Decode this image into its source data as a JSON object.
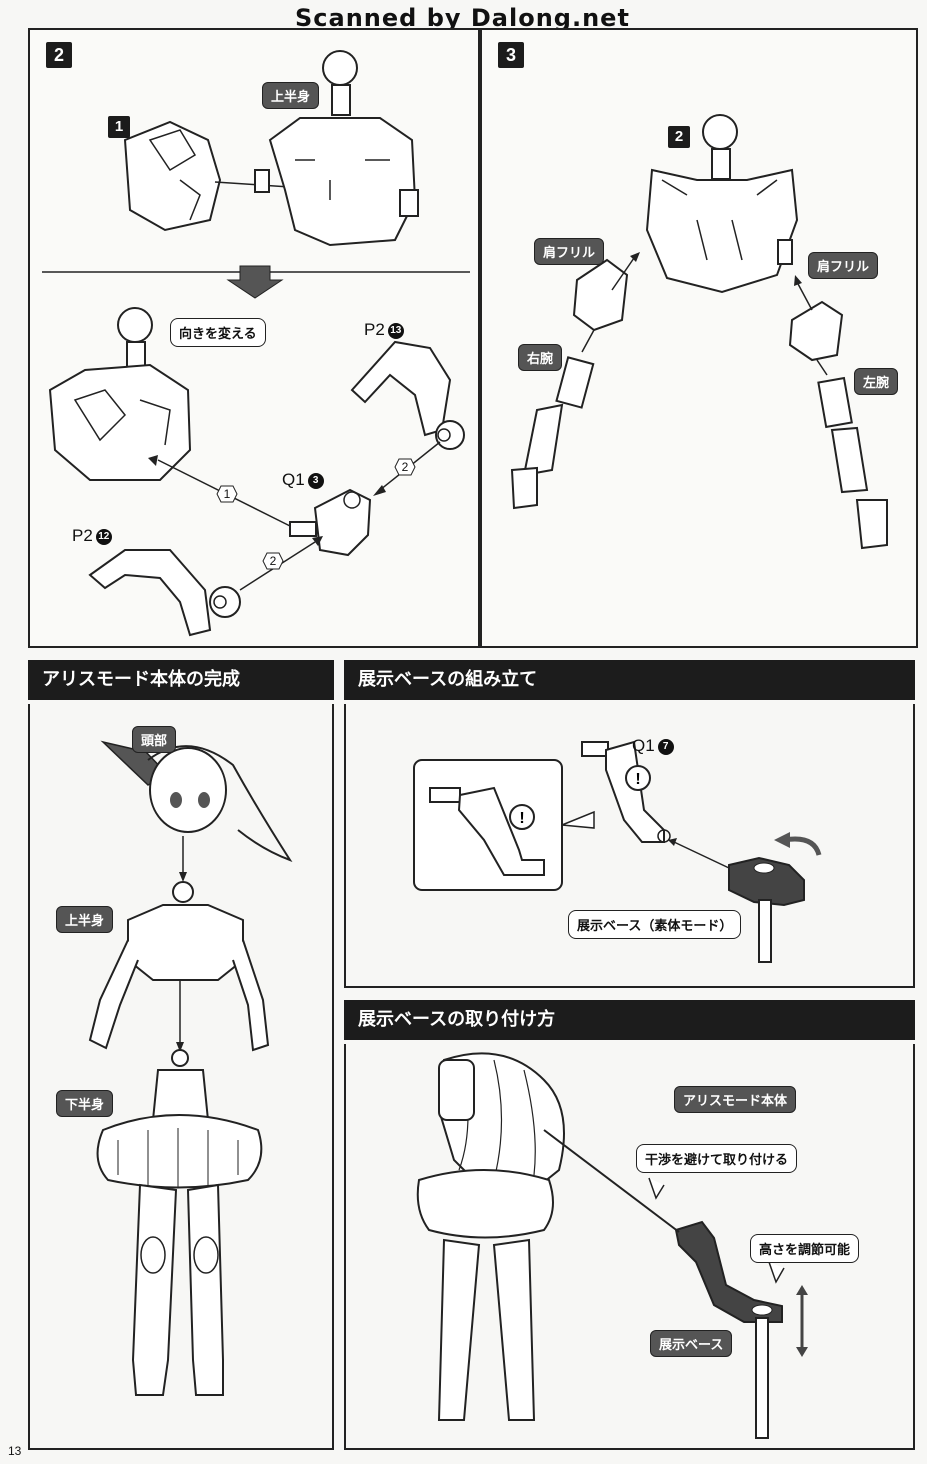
{
  "header": {
    "scan_credit": "Scanned by Dalong.net"
  },
  "page_number": "13",
  "step2": {
    "number": "2",
    "sub_number": "1",
    "upper_body_label": "上半身",
    "turn_label": "向きを変える",
    "ref_p2_13": {
      "text": "P2",
      "num": "13"
    },
    "ref_q1_3": {
      "text": "Q1",
      "num": "3"
    },
    "ref_p2_12": {
      "text": "P2",
      "num": "12"
    },
    "order_1": "1",
    "order_2a": "2",
    "order_2b": "2"
  },
  "step3": {
    "number": "3",
    "sub_number": "2",
    "shoulder_frill_right": "肩フリル",
    "shoulder_frill_left": "肩フリル",
    "right_arm": "右腕",
    "left_arm": "左腕"
  },
  "completion": {
    "title": "アリスモード本体の完成",
    "head": "頭部",
    "upper_body": "上半身",
    "lower_body": "下半身"
  },
  "base_assembly": {
    "title": "展示ベースの組み立て",
    "ref_q1_7": {
      "text": "Q1",
      "num": "7"
    },
    "base_label": "展示ベース（素体モード）"
  },
  "base_attach": {
    "title": "展示ベースの取り付け方",
    "body_label": "アリスモード本体",
    "avoid_label": "干渉を避けて取り付ける",
    "height_label": "高さを調節可能",
    "base_label": "展示ベース"
  }
}
